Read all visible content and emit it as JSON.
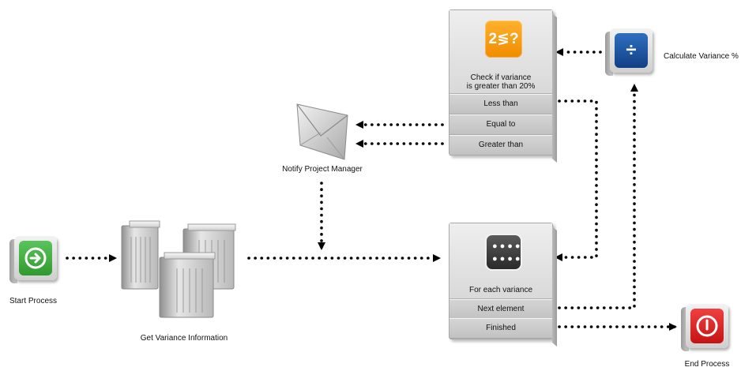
{
  "nodes": {
    "start": {
      "label": "Start Process"
    },
    "servers": {
      "label": "Get Variance Information"
    },
    "notify": {
      "label": "Notify Project Manager"
    },
    "calc": {
      "label": "Calculate Variance %",
      "glyph": "÷"
    },
    "end": {
      "label": "End Process"
    },
    "condition": {
      "title_line1": "Check if variance",
      "title_line2": "is greater than 20%",
      "icon_text": "2≶?",
      "branches": [
        "Less than",
        "Equal to",
        "Greater than"
      ]
    },
    "loop": {
      "title": "For each variance",
      "branches": [
        "Next element",
        "Finished"
      ]
    }
  },
  "colors": {
    "start": "#3aa93a",
    "calc": "#1d5aa6",
    "end": "#d81f1f",
    "condition_icon": "#f39a00",
    "connector": "#000000"
  }
}
